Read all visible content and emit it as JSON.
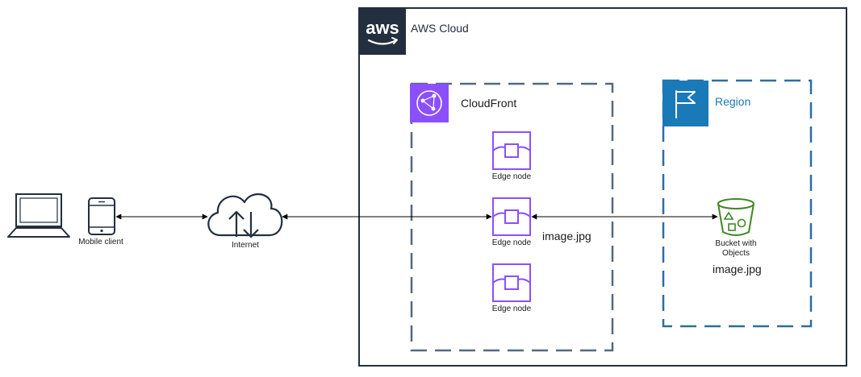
{
  "aws_cloud": {
    "logo_text": "aws",
    "label": "AWS Cloud"
  },
  "cloudfront": {
    "label": "CloudFront",
    "color": "#8c4fff",
    "edge_nodes": [
      {
        "label": "Edge node"
      },
      {
        "label": "Edge node"
      },
      {
        "label": "Edge node"
      }
    ],
    "cached_object": "image.jpg"
  },
  "region": {
    "label": "Region",
    "color": "#1a7ab8",
    "bucket_label_line1": "Bucket with",
    "bucket_label_line2": "Objects",
    "bucket_color": "#3f8624",
    "object": "image.jpg"
  },
  "client": {
    "label": "Mobile client"
  },
  "internet": {
    "label": "Internet"
  }
}
